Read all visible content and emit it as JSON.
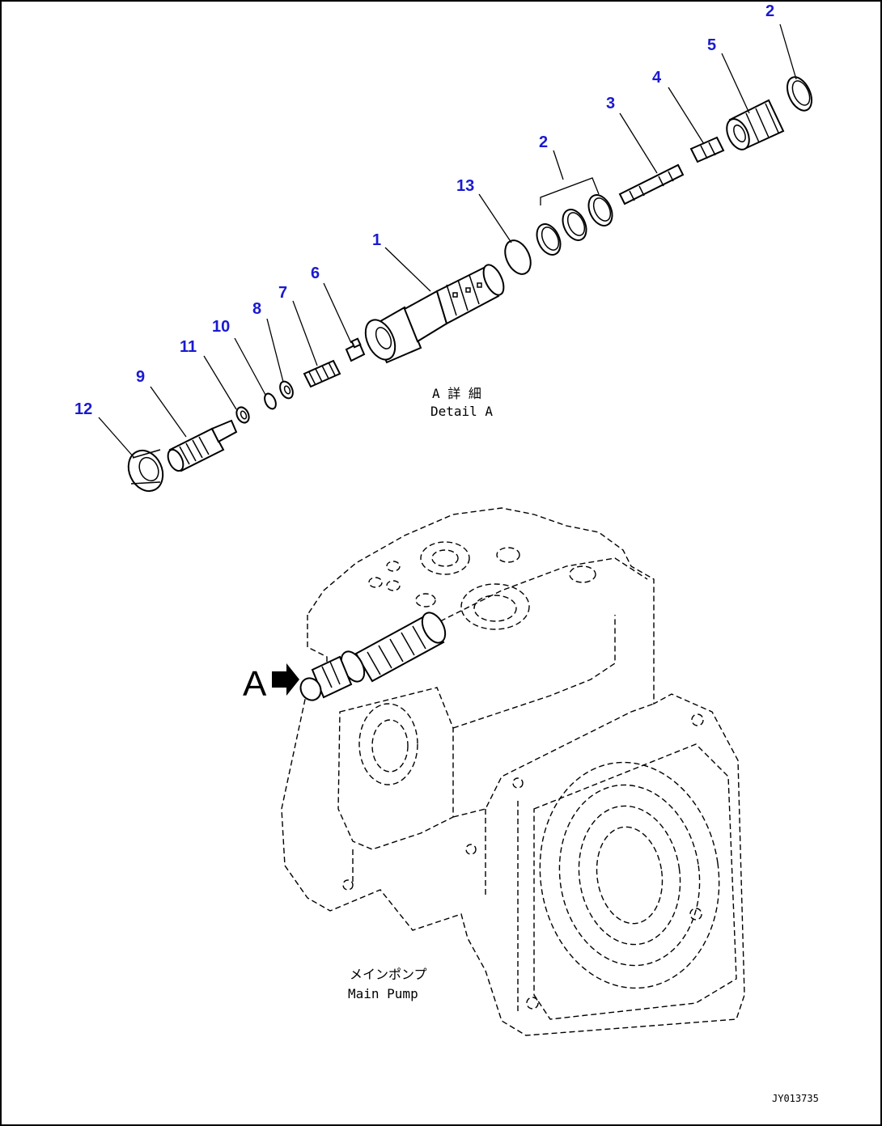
{
  "diagram": {
    "callouts": {
      "c1": "1",
      "c2a": "2",
      "c2b": "2",
      "c3": "3",
      "c4": "4",
      "c5": "5",
      "c6": "6",
      "c7": "7",
      "c8": "8",
      "c9": "9",
      "c10": "10",
      "c11": "11",
      "c12": "12",
      "c13": "13"
    },
    "detail_caption_jp": "A 詳 細",
    "detail_caption_en": "Detail A",
    "view_letter": "A",
    "main_caption_jp": "メインポンプ",
    "main_caption_en": "Main Pump",
    "drawing_ref": "JY013735",
    "colors": {
      "callout": "#1a1ad0",
      "line": "#000000",
      "background": "#ffffff"
    }
  }
}
